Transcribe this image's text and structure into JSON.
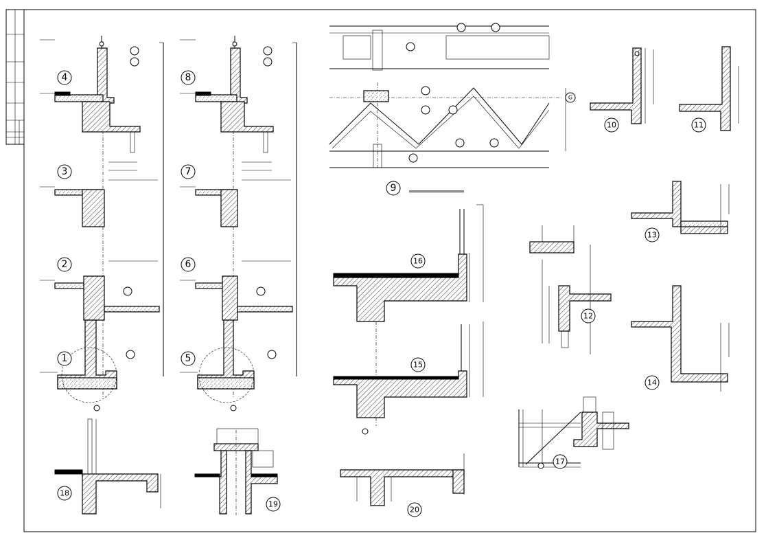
{
  "drawing": {
    "callouts": [
      {
        "id": "c1",
        "label": "1"
      },
      {
        "id": "c2",
        "label": "2"
      },
      {
        "id": "c3",
        "label": "3"
      },
      {
        "id": "c4",
        "label": "4"
      },
      {
        "id": "c5",
        "label": "5"
      },
      {
        "id": "c6",
        "label": "6"
      },
      {
        "id": "c7",
        "label": "7"
      },
      {
        "id": "c8",
        "label": "8"
      },
      {
        "id": "c9",
        "label": "9"
      },
      {
        "id": "c10",
        "label": "10"
      },
      {
        "id": "c11",
        "label": "11"
      },
      {
        "id": "c12",
        "label": "12"
      },
      {
        "id": "c13",
        "label": "13"
      },
      {
        "id": "c14",
        "label": "14"
      },
      {
        "id": "c15",
        "label": "15"
      },
      {
        "id": "c16",
        "label": "16"
      },
      {
        "id": "c17",
        "label": "17"
      },
      {
        "id": "c18",
        "label": "18"
      },
      {
        "id": "c19",
        "label": "19"
      },
      {
        "id": "c20",
        "label": "20"
      }
    ],
    "axis_label": "G"
  }
}
